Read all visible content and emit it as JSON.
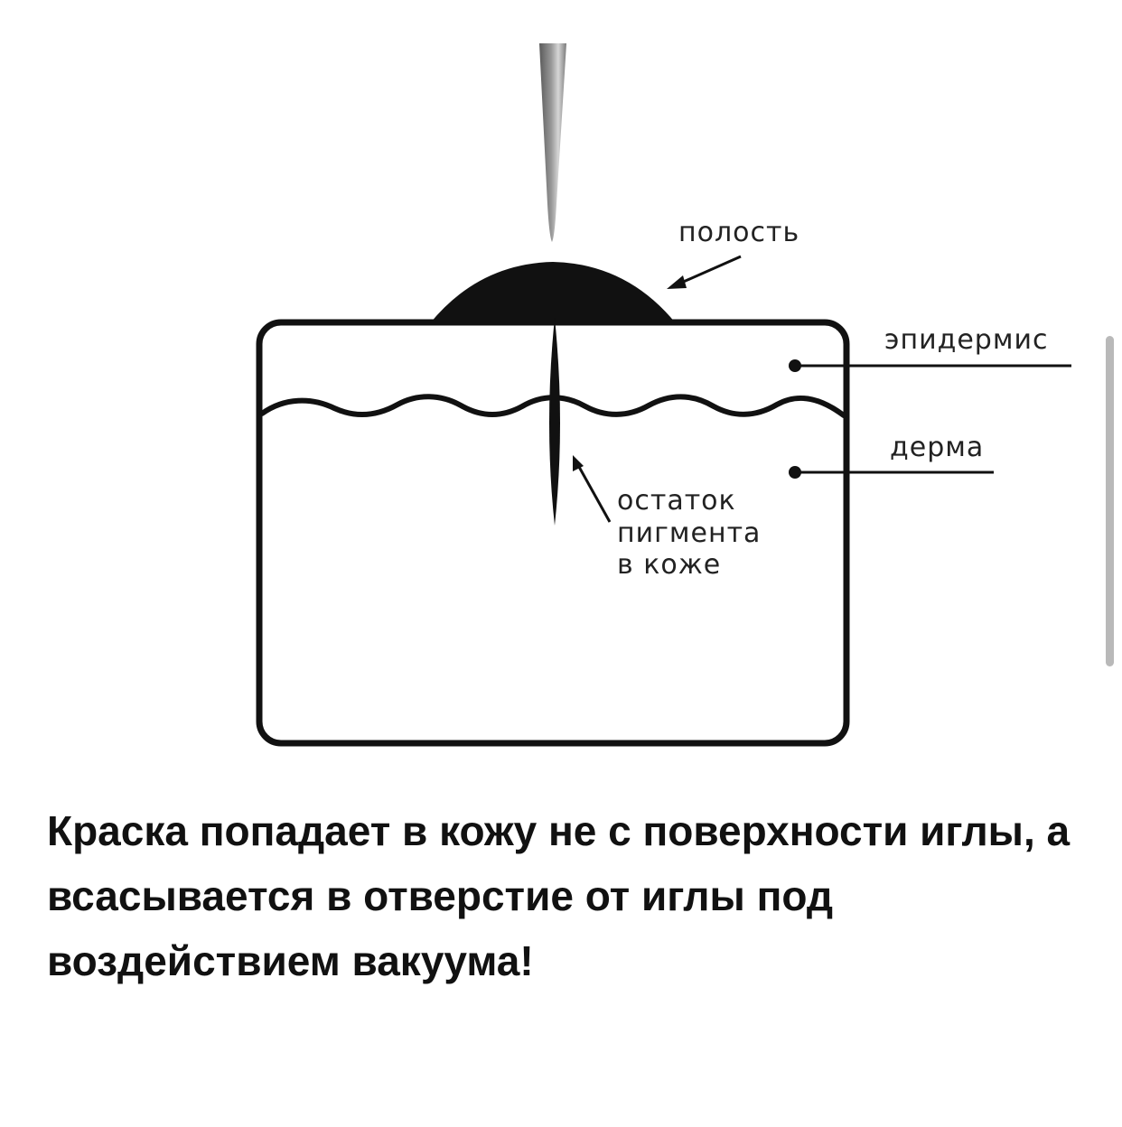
{
  "diagram": {
    "labels": {
      "cavity": "полость",
      "epidermis": "эпидермис",
      "dermis": "дерма",
      "pigment_line1": "остаток",
      "pigment_line2": "пигмента",
      "pigment_line3": "в коже"
    }
  },
  "caption": {
    "text": "Краска попадает в кожу не с поверхности иглы, а всасывается в отверстие от иглы под воздействием вакуума!"
  },
  "colors": {
    "ink": "#111111",
    "background": "#ffffff",
    "needle_dark": "#555555",
    "needle_light": "#c8c8c8",
    "scrollbar": "#b9b9b9"
  }
}
